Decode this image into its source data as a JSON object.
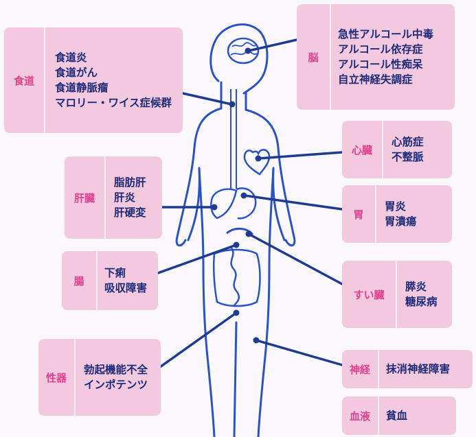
{
  "colors": {
    "box": "#f2c9de",
    "organ": "#e0428e",
    "text": "#1c2a78",
    "line": "#1f3b8f",
    "body": "#2a52c4"
  },
  "boxes": {
    "esophagus": {
      "organ": "食道",
      "items": [
        "食道炎",
        "食道がん",
        "食道静脈瘤",
        "マロリー・ワイス症候群"
      ]
    },
    "brain": {
      "organ": "脳",
      "items": [
        "急性アルコール中毒",
        "アルコール依存症",
        "アルコール性痴呆",
        "自立神経失調症"
      ]
    },
    "heart": {
      "organ": "心臓",
      "items": [
        "心筋症",
        "不整脈"
      ]
    },
    "liver": {
      "organ": "肝臓",
      "items": [
        "脂肪肝",
        "肝炎",
        "肝硬変"
      ]
    },
    "stomach": {
      "organ": "胃",
      "items": [
        "胃炎",
        "胃潰瘍"
      ]
    },
    "intestine": {
      "organ": "腸",
      "items": [
        "下痢",
        "吸収障害"
      ]
    },
    "pancreas": {
      "organ": "すい臓",
      "items": [
        "膵炎",
        "糖尿病"
      ]
    },
    "sexual": {
      "organ": "性器",
      "items": [
        "勃起機能不全",
        "インポテンツ"
      ]
    },
    "nerve": {
      "organ": "神経",
      "items": [
        "抹消神経障害"
      ]
    },
    "blood": {
      "organ": "血液",
      "items": [
        "貧血"
      ]
    }
  }
}
